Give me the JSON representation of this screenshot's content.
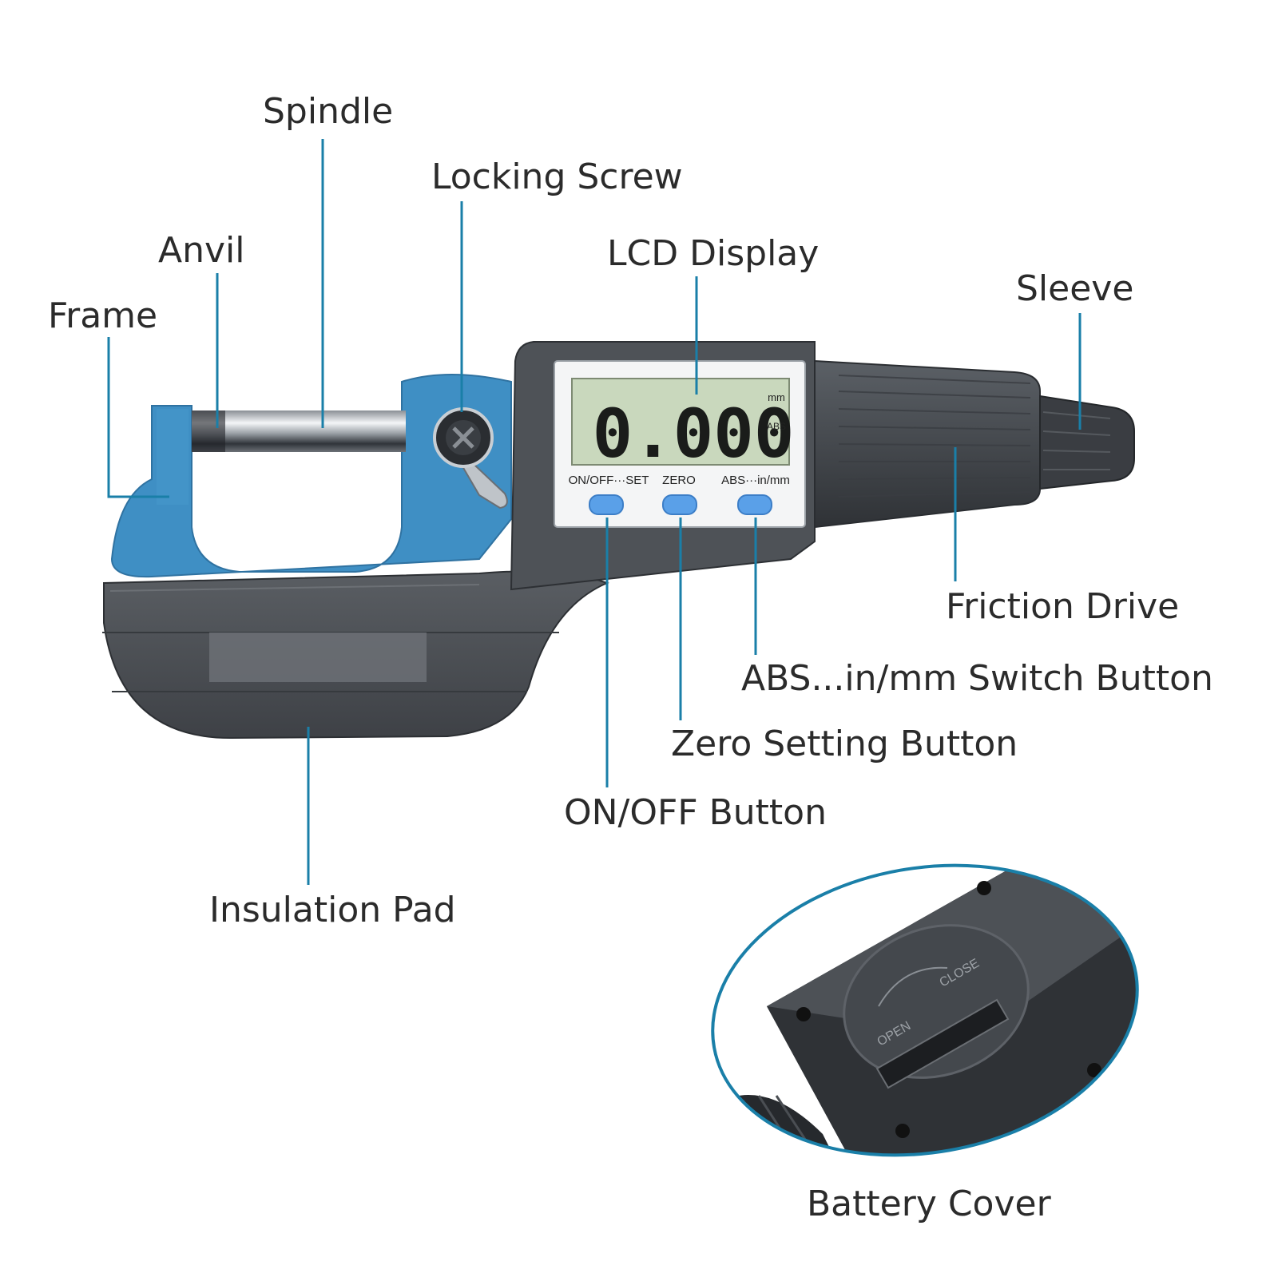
{
  "labels": {
    "spindle": "Spindle",
    "locking_screw": "Locking Screw",
    "anvil": "Anvil",
    "lcd_display": "LCD Display",
    "frame": "Frame",
    "sleeve": "Sleeve",
    "friction_drive": "Friction Drive",
    "abs_switch": "ABS...in/mm Switch Button",
    "zero_setting": "Zero Setting Button",
    "on_off": "ON/OFF Button",
    "insulation_pad": "Insulation Pad",
    "battery_cover": "Battery Cover"
  },
  "device": {
    "reading": "0.000",
    "unit": "mm",
    "mode": "ABS",
    "button_labels": [
      "ON/OFF···SET",
      "ZERO",
      "ABS···in/mm"
    ],
    "battery_open": "OPEN",
    "battery_close": "CLOSE"
  },
  "colors": {
    "leader": "#1a7fa8",
    "frame_blue": "#3f8fc4",
    "body_dark": "#4e5257",
    "button_blue": "#5aa0e8",
    "lcd_green": "#c9d8bd"
  }
}
